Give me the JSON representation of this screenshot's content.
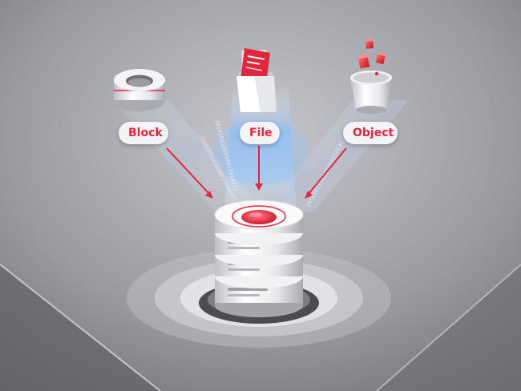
{
  "labels": {
    "block": "Block",
    "file": "File",
    "object": "Object"
  },
  "binary_stream": "1010100101010011010101",
  "colors": {
    "accent_red": "#e3263b",
    "background": "#8c8e94",
    "beam_blue": "#7fb6ff",
    "platform_white": "#f2f2f4"
  },
  "icons": [
    "block-storage-icon",
    "file-folder-icon",
    "object-storage-icon",
    "storage-server-icon"
  ]
}
